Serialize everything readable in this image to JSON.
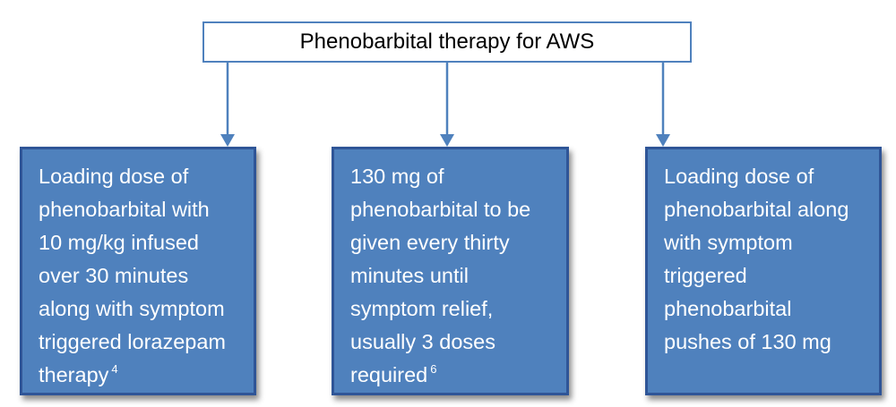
{
  "diagram": {
    "root": {
      "label": "Phenobarbital therapy for AWS"
    },
    "colors": {
      "box_fill": "#4f81bd",
      "box_border": "#2f5597",
      "connector": "#4f81bd",
      "text": "#ffffff"
    },
    "nodes": [
      {
        "lines": [
          "Loading dose of",
          "phenobarbital with",
          "10 mg/kg infused",
          "over 30 minutes",
          "along with symptom",
          "triggered lorazepam",
          "therapy"
        ],
        "ref": "4"
      },
      {
        "lines": [
          "130 mg of",
          "phenobarbital to be",
          "given every thirty",
          "minutes until",
          "symptom relief,",
          "usually 3 doses",
          "required"
        ],
        "ref": "6"
      },
      {
        "lines": [
          "Loading dose of",
          "phenobarbital along",
          "with symptom",
          "triggered",
          "phenobarbital",
          "pushes of 130 mg"
        ]
      }
    ]
  }
}
